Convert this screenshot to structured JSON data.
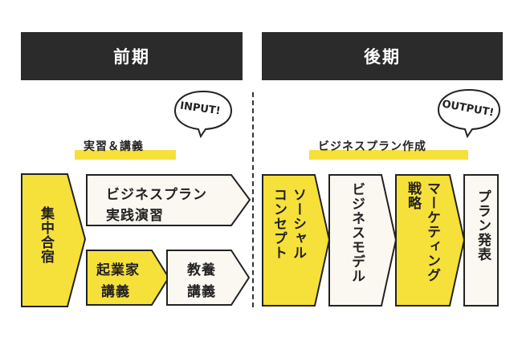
{
  "phases": {
    "first": "前期",
    "second": "後期"
  },
  "bubbles": {
    "input": "INPUT!",
    "output": "OUTPUT!"
  },
  "labels": {
    "left": "実習＆講義",
    "right": "ビジネスプラン作成"
  },
  "boxes": {
    "camp": "集中合宿",
    "bp_practice_line1": "ビジネスプラン",
    "bp_practice_line2": "実践演習",
    "startup_line1": "起業家",
    "startup_line2": "講義",
    "liberal_line1": "教養",
    "liberal_line2": "講義",
    "social_col1": "ソーシャル",
    "social_col2": "コンセプト",
    "business_model": "ビジネスモデル",
    "marketing_col1": "マーケティング",
    "marketing_col2": "戦略",
    "presentation": "プラン発表"
  },
  "colors": {
    "yellow": "#f6e03a",
    "dark": "#2b2b2b",
    "cream": "#fbf8f1"
  }
}
